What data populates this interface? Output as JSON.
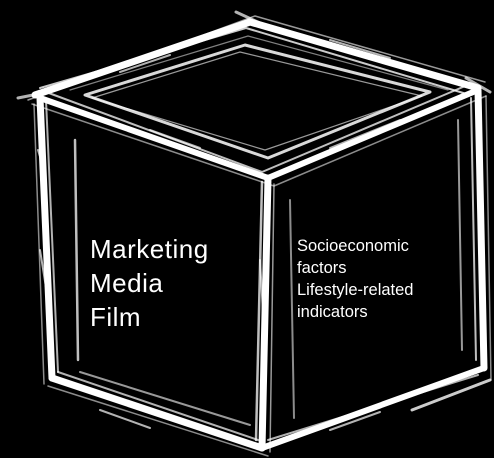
{
  "colors": {
    "background": "#000000",
    "strokes": "#ffffff",
    "text": "#ffffff"
  },
  "diagram": {
    "shape": "cube",
    "style": "hand-drawn chalk outline",
    "left_face": {
      "lines": [
        "Marketing",
        "Media",
        "Film"
      ]
    },
    "right_face": {
      "lines": [
        "Socioeconomic",
        "factors",
        "Lifestyle-related",
        "indicators"
      ]
    }
  }
}
